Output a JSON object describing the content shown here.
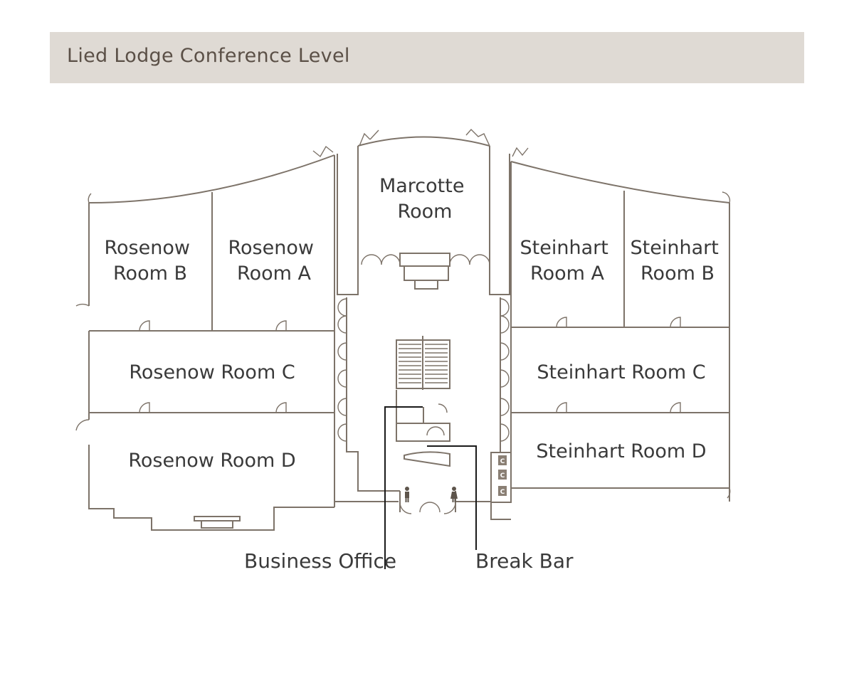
{
  "header": {
    "title": "Lied Lodge Conference Level"
  },
  "rooms": {
    "marcotte": [
      "Marcotte",
      "Room"
    ],
    "rosenow_b": [
      "Rosenow",
      "Room B"
    ],
    "rosenow_a": [
      "Rosenow",
      "Room A"
    ],
    "rosenow_c": "Rosenow Room C",
    "rosenow_d": "Rosenow Room D",
    "steinhart_a": [
      "Steinhart",
      "Room A"
    ],
    "steinhart_b": [
      "Steinhart",
      "Room B"
    ],
    "steinhart_c": "Steinhart Room C",
    "steinhart_d": "Steinhart Room D"
  },
  "callouts": {
    "business_office": "Business Office",
    "break_bar": "Break Bar"
  },
  "coat_check_marks": [
    "C",
    "C",
    "C"
  ],
  "icons": [
    "men-restroom-icon",
    "women-restroom-icon",
    "coat-check-icon",
    "stairs-icon",
    "door-swing-icon"
  ],
  "colors": {
    "header_bg": "#dfdad4",
    "wall": "#7d7369",
    "text": "#3a3a3a",
    "leader": "#1a1a1a"
  }
}
